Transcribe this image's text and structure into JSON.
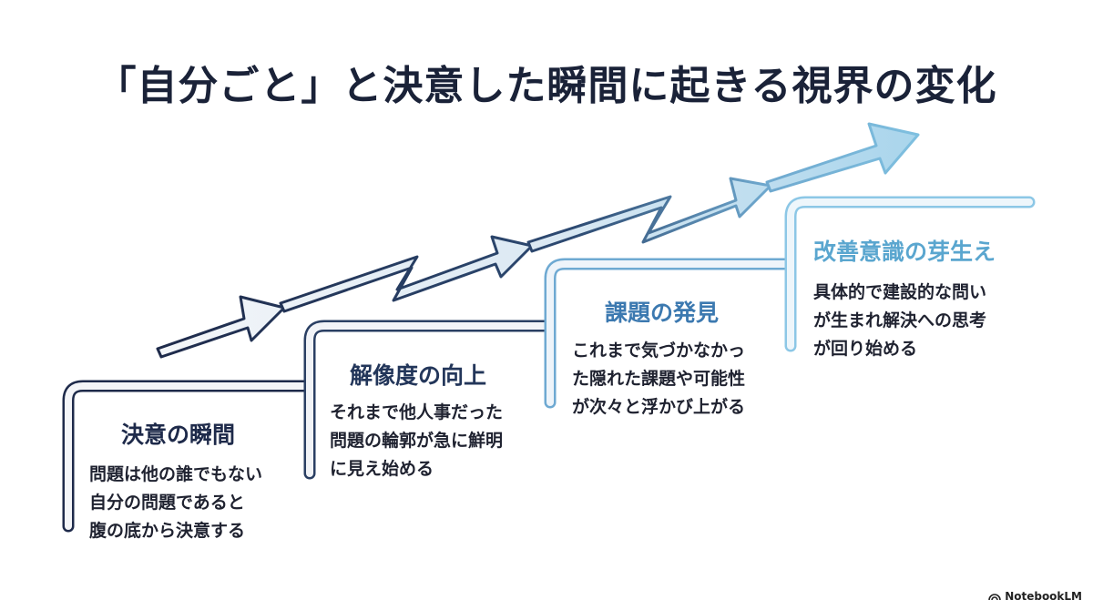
{
  "title": "「自分ごと」と決意した瞬間に起きる視界の変化",
  "steps": [
    {
      "title": "決意の瞬間",
      "lines": [
        "問題は他の誰でもない",
        "自分の問題であると",
        "腹の底から決意する"
      ],
      "color": "#1e2a4a"
    },
    {
      "title": "解像度の向上",
      "lines": [
        "それまで他人事だった",
        "問題の輪郭が急に鮮明",
        "に見え始める"
      ],
      "color": "#23365a"
    },
    {
      "title": "課題の発見",
      "lines": [
        "これまで気づかなかっ",
        "た隠れた課題や可能性",
        "が次々と浮かび上がる"
      ],
      "color": "#3c79b0"
    },
    {
      "title": "改善意識の芽生え",
      "lines": [
        "具体的で建設的な問い",
        "が生まれ解決への思考",
        "が回り始める"
      ],
      "color": "#5aa6cf"
    }
  ],
  "brand": {
    "label": "NotebookLM",
    "icon": "notebooklm-logo-icon"
  }
}
